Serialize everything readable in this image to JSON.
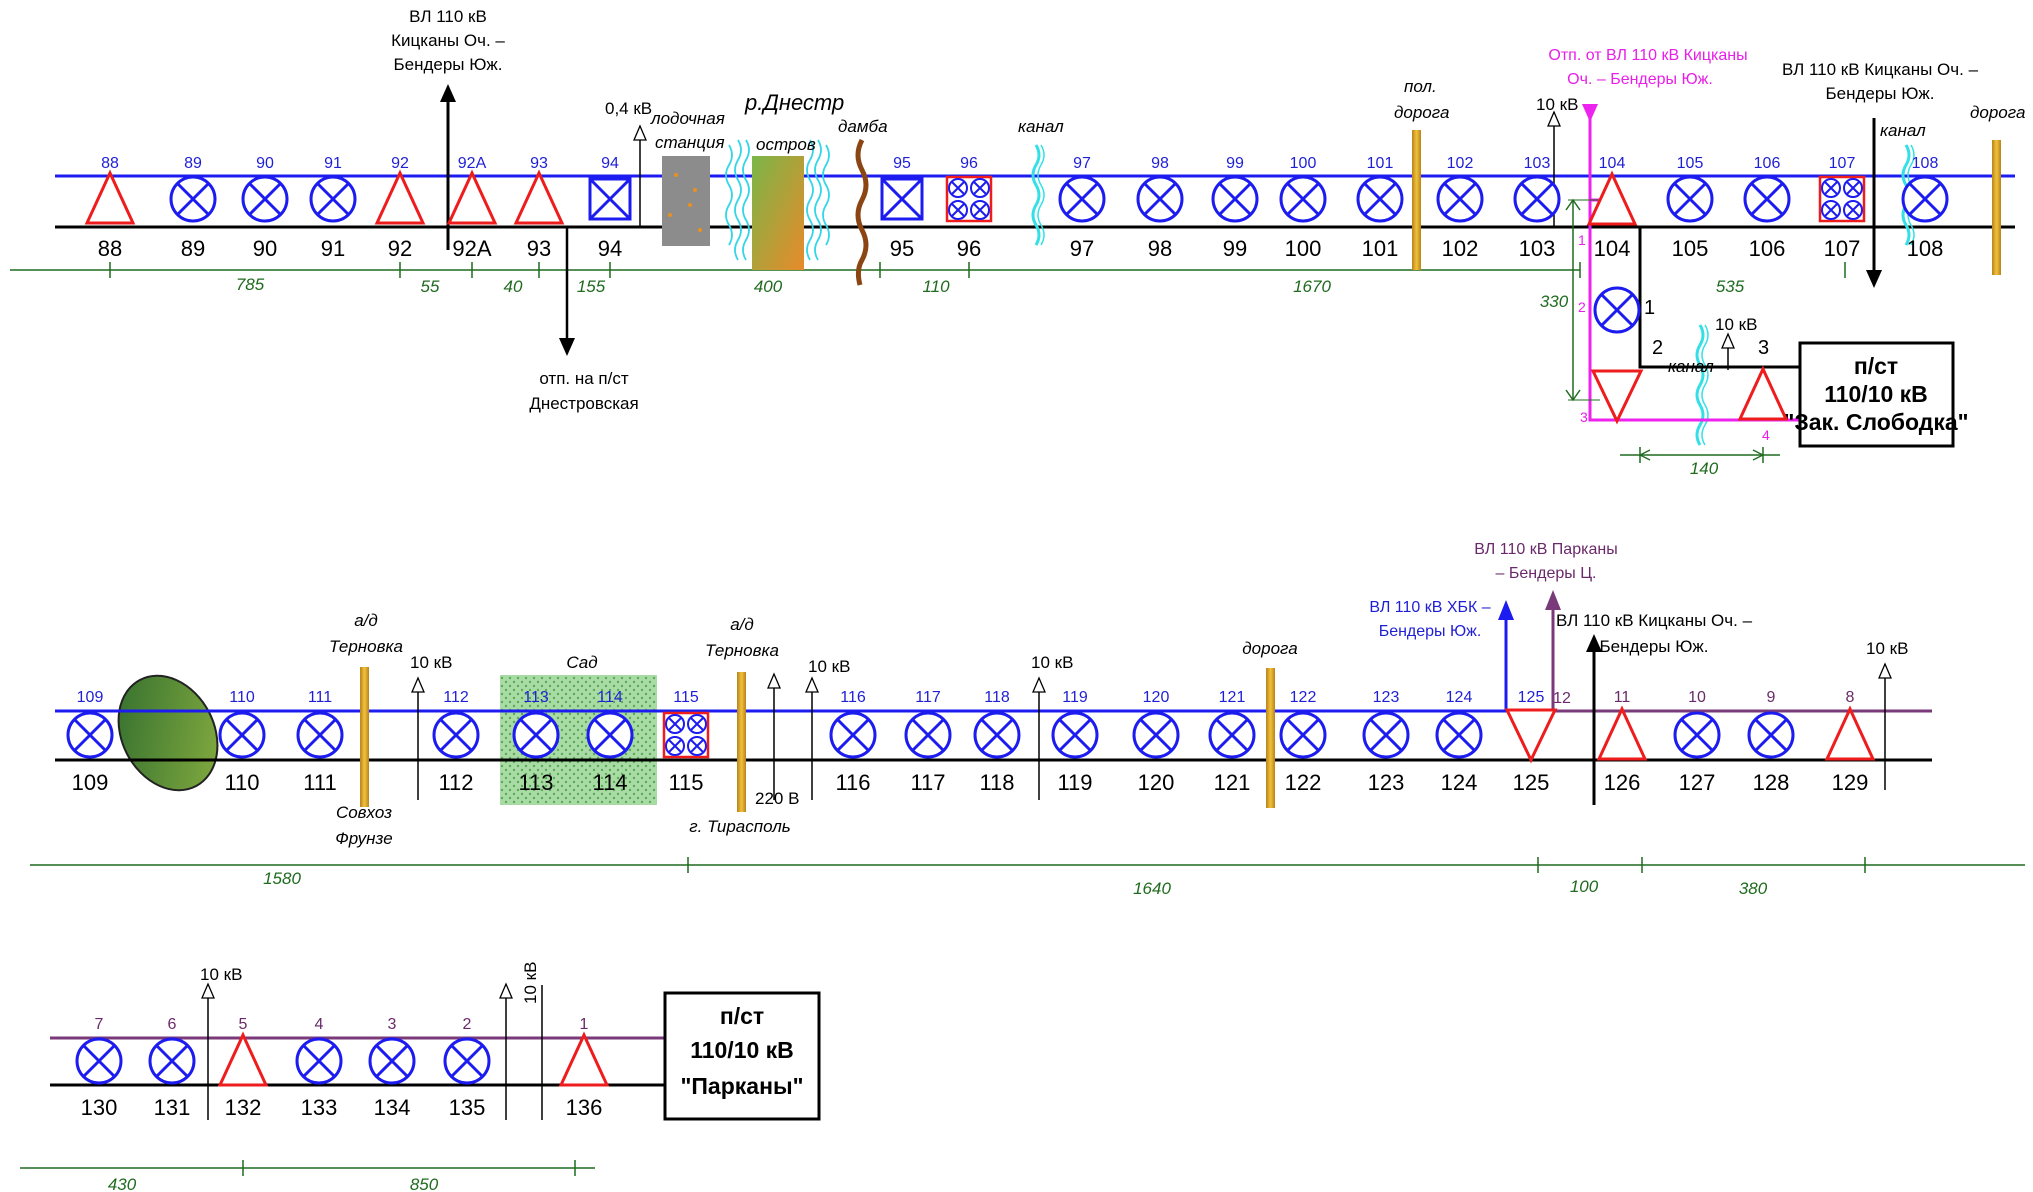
{
  "colors": {
    "blue_line": "#1c1cf0",
    "black_line": "#000000",
    "purple_line": "#7a3a7a",
    "pink": "#ee22ee",
    "red": "#ee1c1c",
    "green_dim": "#1f6b1f",
    "road": "#d9a21a",
    "canal": "#33e0e6"
  },
  "titles": {
    "t1_line1": "ВЛ 110 кВ",
    "t1_line2": "Кицканы Оч. –",
    "t1_line3": "Бендеры Юж.",
    "t2_line1": "ВЛ 110 кВ Кицканы Оч. –",
    "t2_line2": "Бендеры Юж.",
    "pink_line1": "Отп. от  ВЛ 110 кВ Кицканы",
    "pink_line2": "Оч. – Бендеры Юж.",
    "tap_line1": "отп. на п/ст",
    "tap_line2": "Днестровская",
    "hbk_line1": "ВЛ 110 кВ ХБК –",
    "hbk_line2": "Бендеры Юж.",
    "parkany_line1": "ВЛ 110 кВ Парканы",
    "parkany_line2": "– Бендеры Ц.",
    "t3_line1": "ВЛ 110 кВ Кицканы Оч. –",
    "t3_line2": "Бендеры Юж."
  },
  "notes": {
    "kv04": "0,4 кВ",
    "kv10": "10 кВ",
    "v220": "220 В",
    "boat1": "лодочная",
    "boat2": "станция",
    "river": "р.Днестр",
    "island": "остров",
    "dam": "дамба",
    "canal": "канал",
    "road1": "пол.",
    "road2": "дорога",
    "road": "дорога",
    "ad": "а/д",
    "ternovka": "Терновка",
    "sovhoz": "Совхоз",
    "frunze": "Фрунзе",
    "garden": "Сад",
    "tiraspol": "г. Тирасполь"
  },
  "substations": {
    "s1_line1": "п/ст",
    "s1_line2": "110/10 кВ",
    "s1_line3": "\"Зак. Слободка\"",
    "s2_line1": "п/ст",
    "s2_line2": "110/10 кВ",
    "s2_line3": "\"Парканы\""
  },
  "row1": {
    "poles": [
      {
        "top": "88",
        "bottom": "88",
        "type": "triangle"
      },
      {
        "top": "89",
        "bottom": "89",
        "type": "circle"
      },
      {
        "top": "90",
        "bottom": "90",
        "type": "circle"
      },
      {
        "top": "91",
        "bottom": "91",
        "type": "circle"
      },
      {
        "top": "92",
        "bottom": "92",
        "type": "triangle"
      },
      {
        "top": "92А",
        "bottom": "92А",
        "type": "triangle"
      },
      {
        "top": "93",
        "bottom": "93",
        "type": "triangle"
      },
      {
        "top": "94",
        "bottom": "94",
        "type": "square"
      },
      {
        "top": "95",
        "bottom": "95",
        "type": "square"
      },
      {
        "top": "96",
        "bottom": "96",
        "type": "quad"
      },
      {
        "top": "97",
        "bottom": "97",
        "type": "circle"
      },
      {
        "top": "98",
        "bottom": "98",
        "type": "circle"
      },
      {
        "top": "99",
        "bottom": "99",
        "type": "circle"
      },
      {
        "top": "100",
        "bottom": "100",
        "type": "circle"
      },
      {
        "top": "101",
        "bottom": "101",
        "type": "circle"
      },
      {
        "top": "102",
        "bottom": "102",
        "type": "circle"
      },
      {
        "top": "103",
        "bottom": "103",
        "type": "circle"
      },
      {
        "top": "104",
        "bottom": "104",
        "type": "triangle"
      },
      {
        "top": "105",
        "bottom": "105",
        "type": "circle"
      },
      {
        "top": "106",
        "bottom": "106",
        "type": "circle"
      },
      {
        "top": "107",
        "bottom": "107",
        "type": "quad"
      },
      {
        "top": "108",
        "bottom": "108",
        "type": "circle"
      }
    ],
    "dims": [
      "785",
      "55",
      "40",
      "155",
      "400",
      "110",
      "1670",
      "535",
      "330",
      "140"
    ],
    "branch_labels": [
      "1",
      "2",
      "3",
      "1",
      "2",
      "3",
      "4"
    ]
  },
  "row2": {
    "poles": [
      {
        "top": "109",
        "bottom": "109",
        "type": "circle"
      },
      {
        "top": "110",
        "bottom": "110",
        "type": "circle"
      },
      {
        "top": "111",
        "bottom": "111",
        "type": "circle"
      },
      {
        "top": "112",
        "bottom": "112",
        "type": "circle"
      },
      {
        "top": "113",
        "bottom": "113",
        "type": "circle"
      },
      {
        "top": "114",
        "bottom": "114",
        "type": "circle"
      },
      {
        "top": "115",
        "bottom": "115",
        "type": "quad"
      },
      {
        "top": "116",
        "bottom": "116",
        "type": "circle"
      },
      {
        "top": "117",
        "bottom": "117",
        "type": "circle"
      },
      {
        "top": "118",
        "bottom": "118",
        "type": "circle"
      },
      {
        "top": "119",
        "bottom": "119",
        "type": "circle"
      },
      {
        "top": "120",
        "bottom": "120",
        "type": "circle"
      },
      {
        "top": "121",
        "bottom": "121",
        "type": "circle"
      },
      {
        "top": "122",
        "bottom": "122",
        "type": "circle"
      },
      {
        "top": "123",
        "bottom": "123",
        "type": "circle"
      },
      {
        "top": "124",
        "bottom": "124",
        "type": "circle"
      },
      {
        "top": "125",
        "bottom": "125",
        "type": "triangle-down"
      },
      {
        "top": "11",
        "bottom": "126",
        "type": "triangle"
      },
      {
        "top": "10",
        "bottom": "127",
        "type": "circle"
      },
      {
        "top": "9",
        "bottom": "128",
        "type": "circle"
      },
      {
        "top": "8",
        "bottom": "129",
        "type": "triangle"
      }
    ],
    "label_12": "12",
    "dims": [
      "1580",
      "1640",
      "100",
      "380"
    ]
  },
  "row3": {
    "poles": [
      {
        "top": "7",
        "bottom": "130",
        "type": "circle"
      },
      {
        "top": "6",
        "bottom": "131",
        "type": "circle"
      },
      {
        "top": "5",
        "bottom": "132",
        "type": "triangle"
      },
      {
        "top": "4",
        "bottom": "133",
        "type": "circle"
      },
      {
        "top": "3",
        "bottom": "134",
        "type": "circle"
      },
      {
        "top": "2",
        "bottom": "135",
        "type": "circle"
      },
      {
        "top": "1",
        "bottom": "136",
        "type": "triangle"
      }
    ],
    "dims": [
      "430",
      "850"
    ]
  }
}
